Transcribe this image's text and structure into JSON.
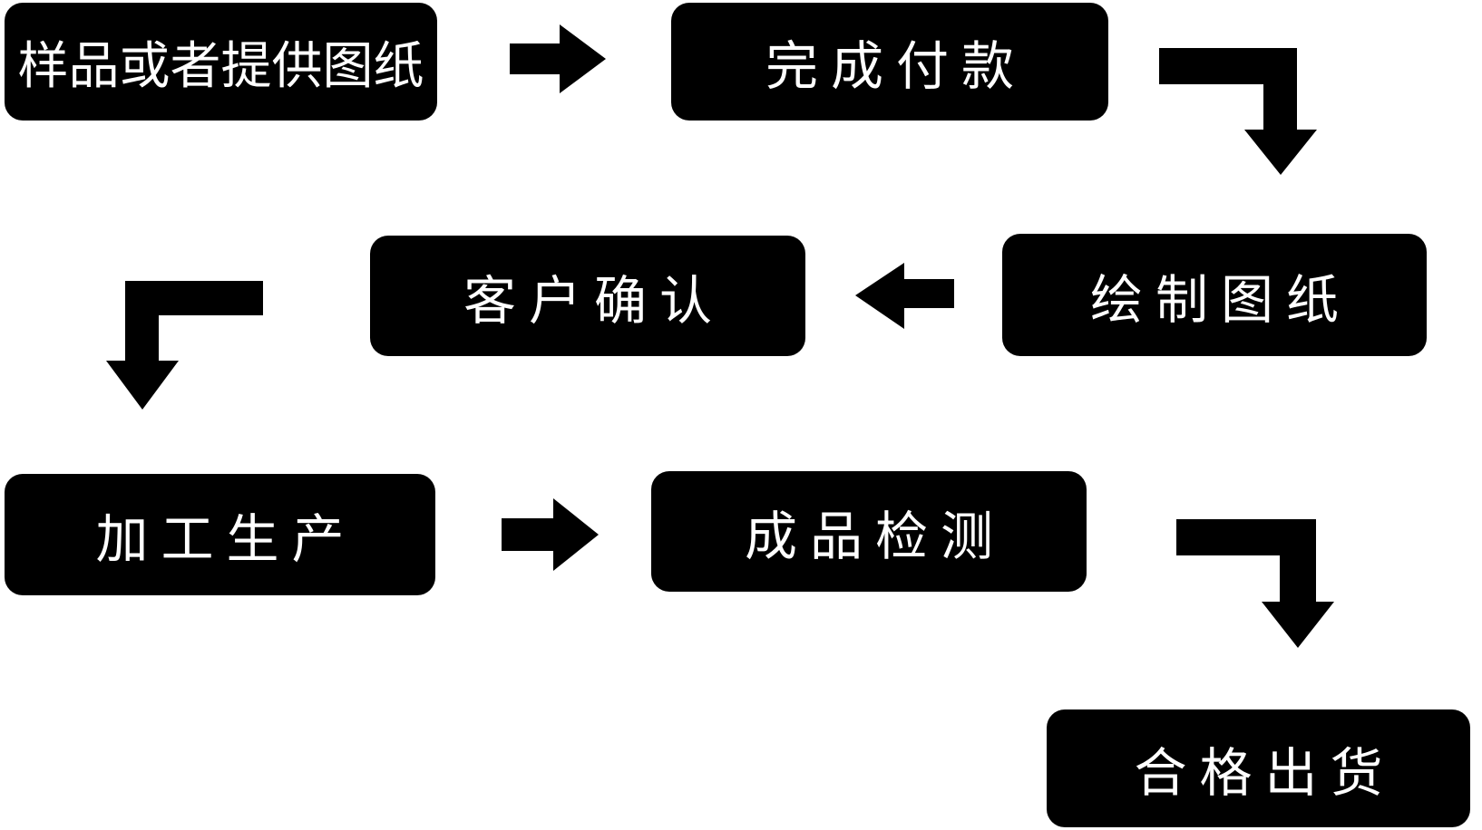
{
  "diagram": {
    "type": "flowchart",
    "background_color": "#ffffff",
    "node_fill_color": "#000000",
    "node_text_color": "#ffffff",
    "arrow_color": "#000000",
    "nodes": [
      {
        "id": "sample",
        "label": "样品或者提供图纸"
      },
      {
        "id": "payment",
        "label": "完成付款"
      },
      {
        "id": "draw",
        "label": "绘制图纸"
      },
      {
        "id": "confirm",
        "label": "客户确认"
      },
      {
        "id": "produce",
        "label": "加工生产"
      },
      {
        "id": "inspect",
        "label": "成品检测"
      },
      {
        "id": "ship",
        "label": "合格出货"
      }
    ],
    "edges": [
      {
        "from": "样品或者提供图纸",
        "to": "完成付款",
        "style": "straight-right"
      },
      {
        "from": "完成付款",
        "to": "绘制图纸",
        "style": "elbow-right-down"
      },
      {
        "from": "绘制图纸",
        "to": "客户确认",
        "style": "straight-left"
      },
      {
        "from": "客户确认",
        "to": "加工生产",
        "style": "elbow-left-down"
      },
      {
        "from": "加工生产",
        "to": "成品检测",
        "style": "straight-right"
      },
      {
        "from": "成品检测",
        "to": "合格出货",
        "style": "elbow-right-down"
      }
    ]
  }
}
